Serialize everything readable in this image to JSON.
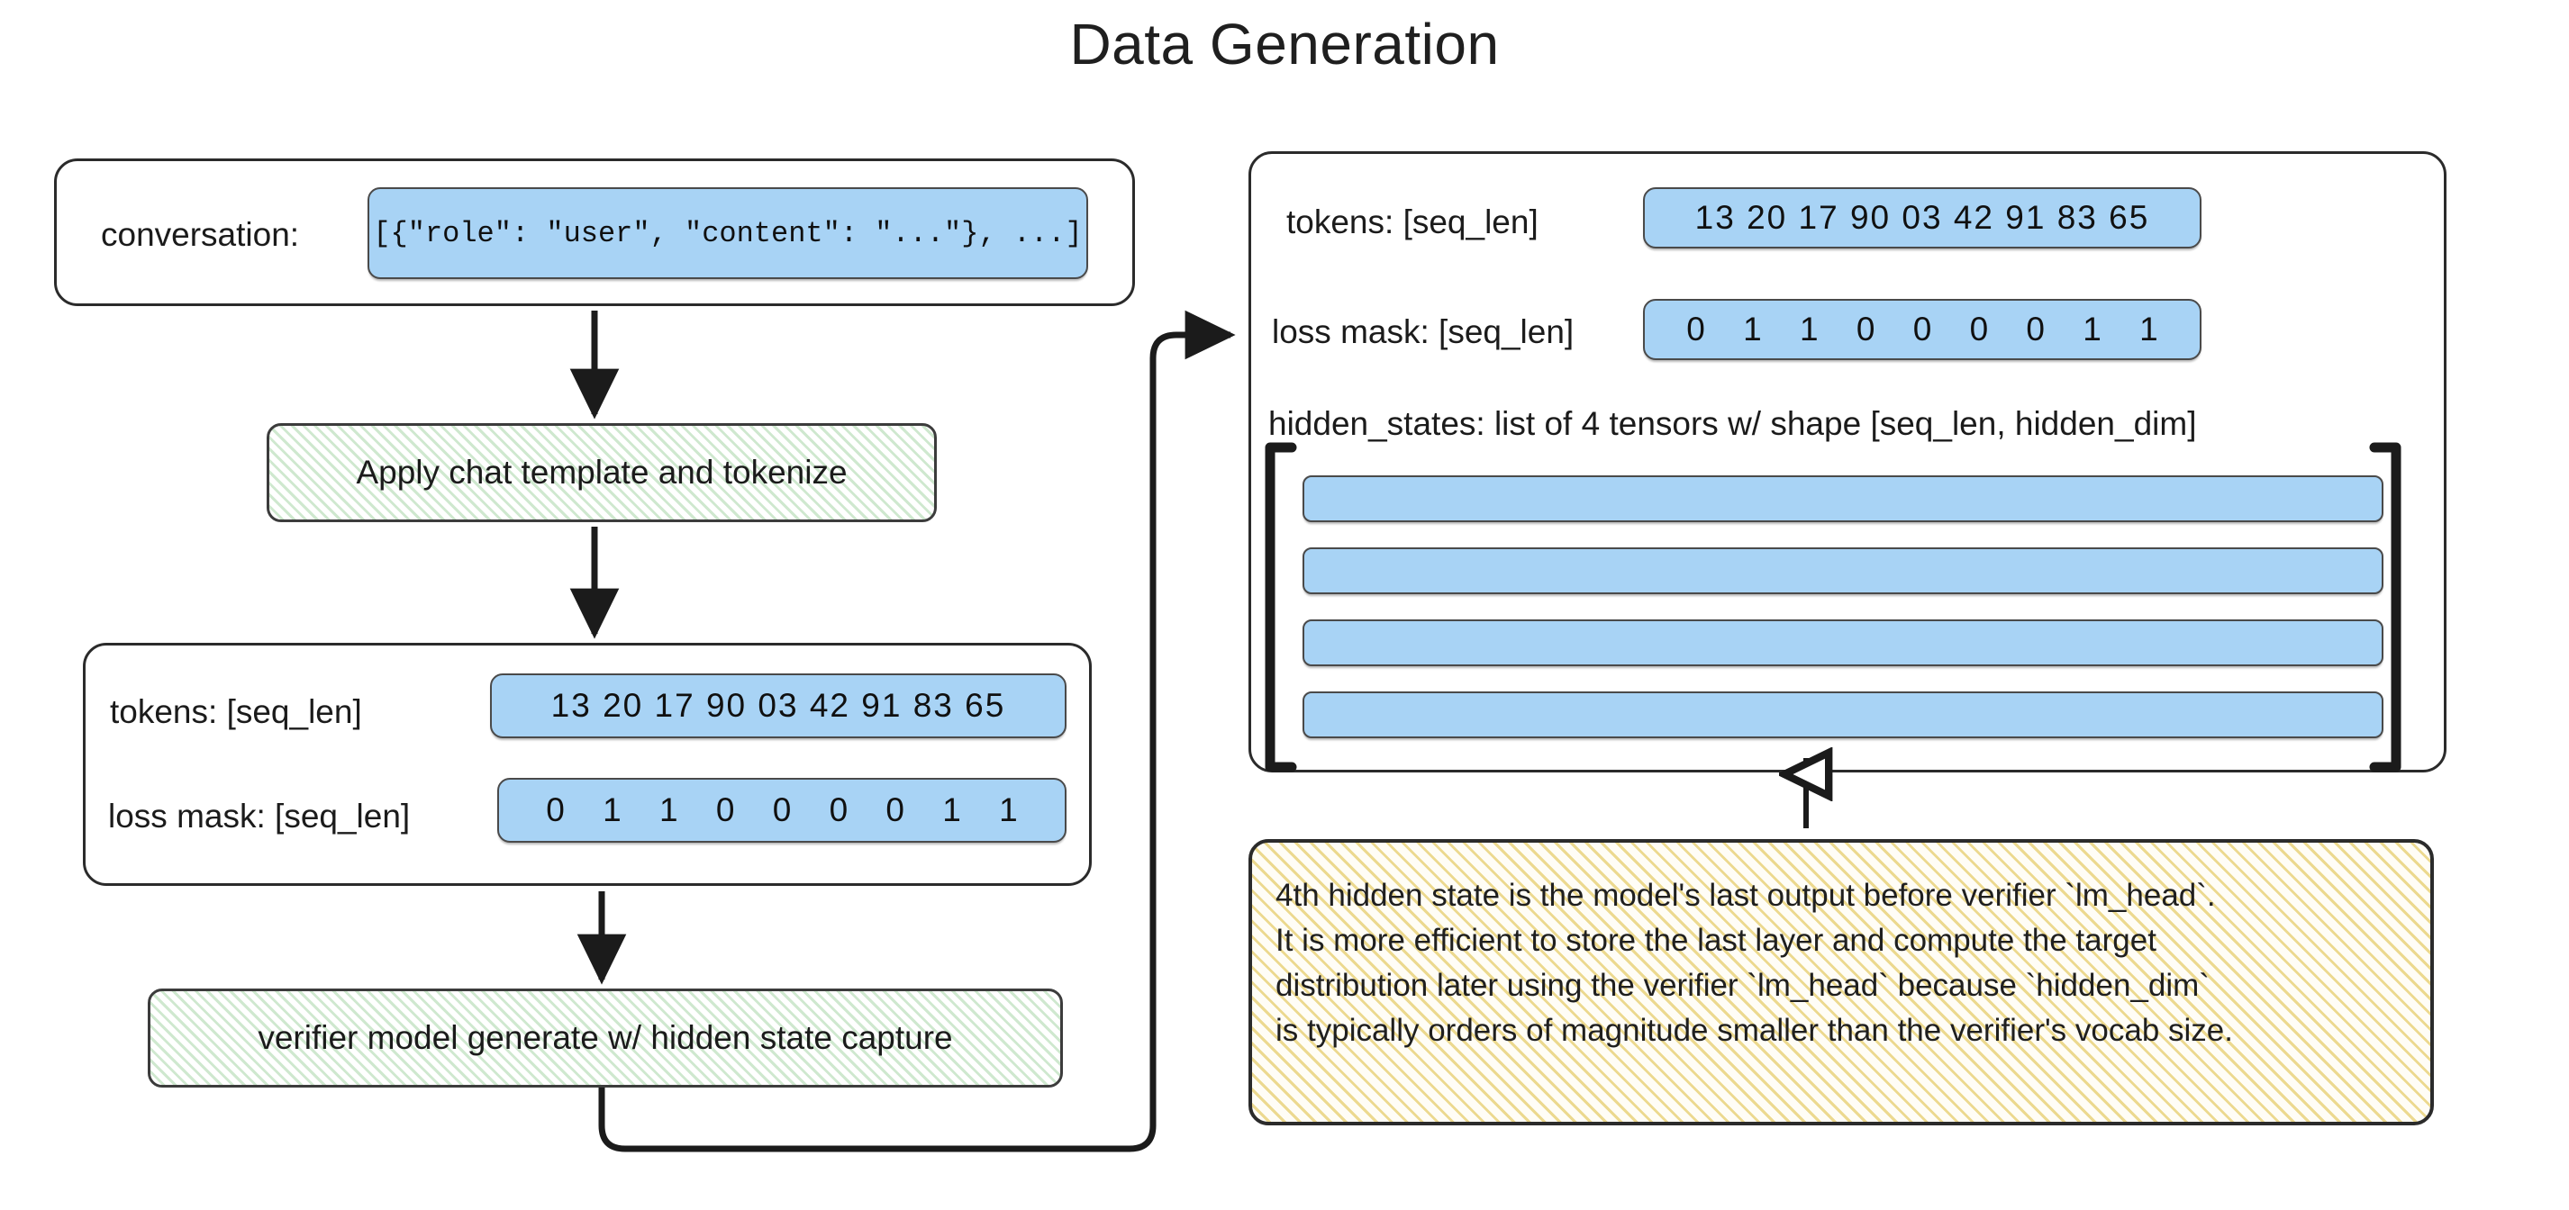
{
  "title": "Data Generation",
  "left_column": {
    "conversation_box": {
      "label": "conversation:",
      "value": "[{\"role\": \"user\", \"content\": \"...\"}, ...]"
    },
    "step_tokenize": "Apply chat template and tokenize",
    "tokens_box": {
      "tokens_label": "tokens: [seq_len]",
      "tokens_value": "13 20 17 90 03 42 91 83 65",
      "loss_mask_label": "loss mask: [seq_len]",
      "loss_mask_value": "0 1 1 0 0 0 0 1 1"
    },
    "step_generate": "verifier model generate w/ hidden state capture"
  },
  "right_column": {
    "output_box": {
      "tokens_label": "tokens: [seq_len]",
      "tokens_value": "13 20 17 90 03 42 91 83 65",
      "loss_mask_label": "loss mask: [seq_len]",
      "loss_mask_value": "0 1 1 0 0 0 0 1 1",
      "hidden_states_label": "hidden_states: list of 4 tensors w/ shape [seq_len, hidden_dim]",
      "tensor_count": 4
    },
    "note": {
      "line1": "4th hidden state is the model's last output before verifier `lm_head`.",
      "line2": "It is more efficient to store the last layer and compute the target",
      "line3": "distribution later using the verifier `lm_head` because `hidden_dim`",
      "line4": "is typically orders of magnitude smaller than the verifier's vocab size."
    }
  },
  "colors": {
    "chip_blue": "#a8d3f5",
    "process_green": "#cfe8cf",
    "note_yellow": "#ecd98f",
    "stroke": "#2b2b2b"
  }
}
